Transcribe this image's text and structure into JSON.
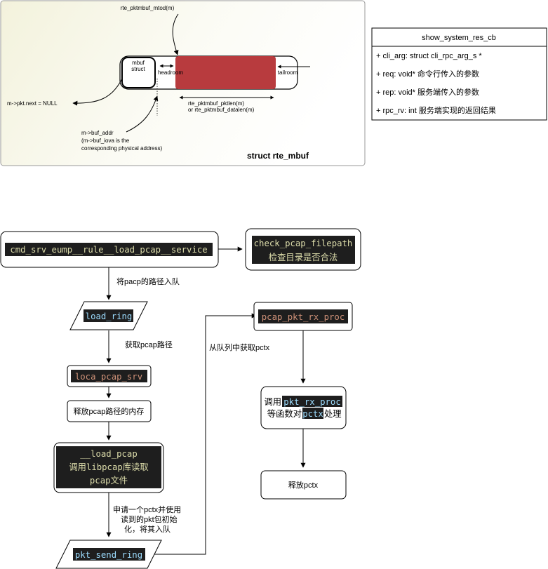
{
  "mbuf_panel": {
    "mtod_label": "rte_pktmbuf_mtod(m)",
    "mbuf_struct_label": [
      "mbuf",
      "struct"
    ],
    "headroom_label": "headroom",
    "tailroom_label": "tailroom",
    "next_null_label": "m->pkt.next = NULL",
    "pktlen_label": [
      "rte_pktmbuf_pktlen(m)",
      "or rte_pktmbuf_datalen(m)"
    ],
    "buf_addr_label": [
      "m->buf_addr",
      "(m->buf_iova is the",
      "corresponding physical address)"
    ],
    "caption": "struct rte_mbuf",
    "data_color": "#b83b3e"
  },
  "class_box": {
    "title": "show_system_res_cb",
    "fields": [
      "+ cli_arg: struct cli_rpc_arg_s *",
      "+ req: void*    命令行传入的参数",
      "+ rep: void*    服务端传入的参数",
      "+ rpc_rv: int    服务端实现的返回结果"
    ]
  },
  "flow": {
    "service_node": "cmd_srv_eump__rule__load_pcap__service",
    "check_node": [
      "check_pcap_filepath",
      "检查目录是否合法"
    ],
    "edge_enqueue_path": "将pacp的路径入队",
    "load_ring": "load_ring",
    "edge_get_path": "获取pcap路径",
    "loca_srv": "loca_pcap_srv",
    "free_node": "释放pcap路径的内存",
    "load_pcap_node": [
      "__load_pcap",
      "调用libpcap库读取",
      "pcap文件"
    ],
    "edge_alloc_pctx": [
      "申请一个pctx并使用",
      "读到的pkt包初始",
      "化，将其入队"
    ],
    "send_ring": "pkt_send_ring",
    "edge_get_pctx": "从队列中获取pctx",
    "rx_proc_node": "pcap_pkt_rx_proc",
    "call_node": {
      "pre1": "调用",
      "fn": "pkt_rx_proc",
      "pre2": "等函数对",
      "var": "pctx",
      "post2": "处理"
    },
    "free_pctx_node": "释放pctx",
    "code_bg": "#1e1e1e",
    "code_fg_light": "#dcdcaa",
    "code_fg_orange": "#ce9178",
    "code_fg_blue": "#9cdcfe"
  }
}
